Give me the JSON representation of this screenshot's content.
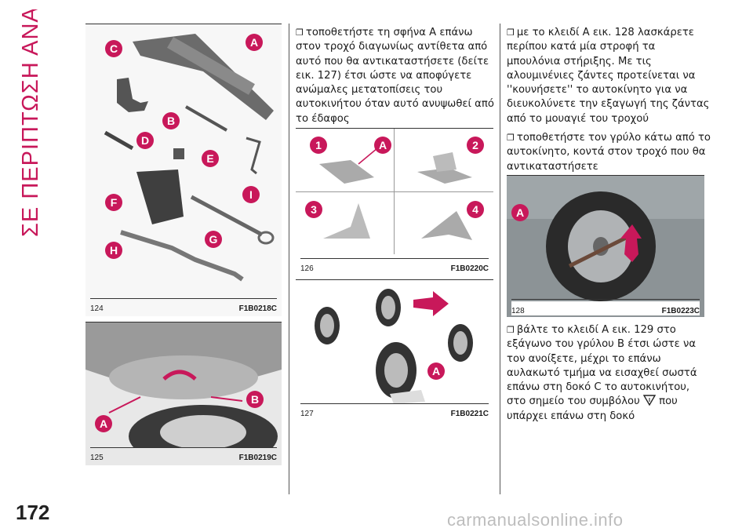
{
  "section_title": "ΣΕ ΠΕΡΙΠΤΩΣΗ ΑΝΑΓΚΗΣ",
  "page_number": "172",
  "watermark": "carmanualsonline.info",
  "accent_color": "#c8185a",
  "figures": {
    "f124": {
      "num": "124",
      "code": "F1B0218C",
      "labels": [
        "C",
        "A",
        "B",
        "D",
        "E",
        "I",
        "F",
        "G",
        "H"
      ]
    },
    "f125": {
      "num": "125",
      "code": "F1B0219C",
      "labels": [
        "B",
        "A"
      ]
    },
    "f126": {
      "num": "126",
      "code": "F1B0220C",
      "labels": [
        "1",
        "A",
        "2",
        "3",
        "4"
      ]
    },
    "f127": {
      "num": "127",
      "code": "F1B0221C",
      "labels": [
        "A"
      ]
    },
    "f128": {
      "num": "128",
      "code": "F1B0223C",
      "labels": [
        "A"
      ]
    }
  },
  "middle_text": [
    "τοποθετήστε τη σφήνα A επάνω στον τροχό διαγωνίως αντίθετα από αυτό που θα αντικαταστήσετε (δείτε εικ. 127) έτσι ώστε να αποφύγετε ανώμαλες μετατοπίσεις του αυτοκινήτου όταν αυτό ανυψωθεί από το έδαφος"
  ],
  "right_text_top": [
    "με το κλειδί A εικ. 128 λασκάρετε περίπου κατά μία στροφή τα μπουλόνια στήριξης. Με τις αλουμινένιες ζάντες προτείνεται να ''κουνήσετε'' το αυτοκίνητο για να διευκολύνετε την εξαγωγή της ζάντας από το μουαγιέ του τροχού",
    "τοποθετήστε τον γρύλο κάτω από το αυτοκίνητο, κοντά στον τροχό που θα αντικαταστήσετε"
  ],
  "right_text_bottom_1": "βάλτε το κλειδί A εικ. 129 στο εξάγωνο του γρύλου B έτσι ώστε να τον ανοίξετε, μέχρι το επάνω αυλακωτό τμήμα να εισαχθεί σωστά επάνω στη δοκό C το αυτοκινήτου, στο σημείο του συμβόλου",
  "right_text_bottom_2": "που υπάρχει επάνω στη δοκό"
}
